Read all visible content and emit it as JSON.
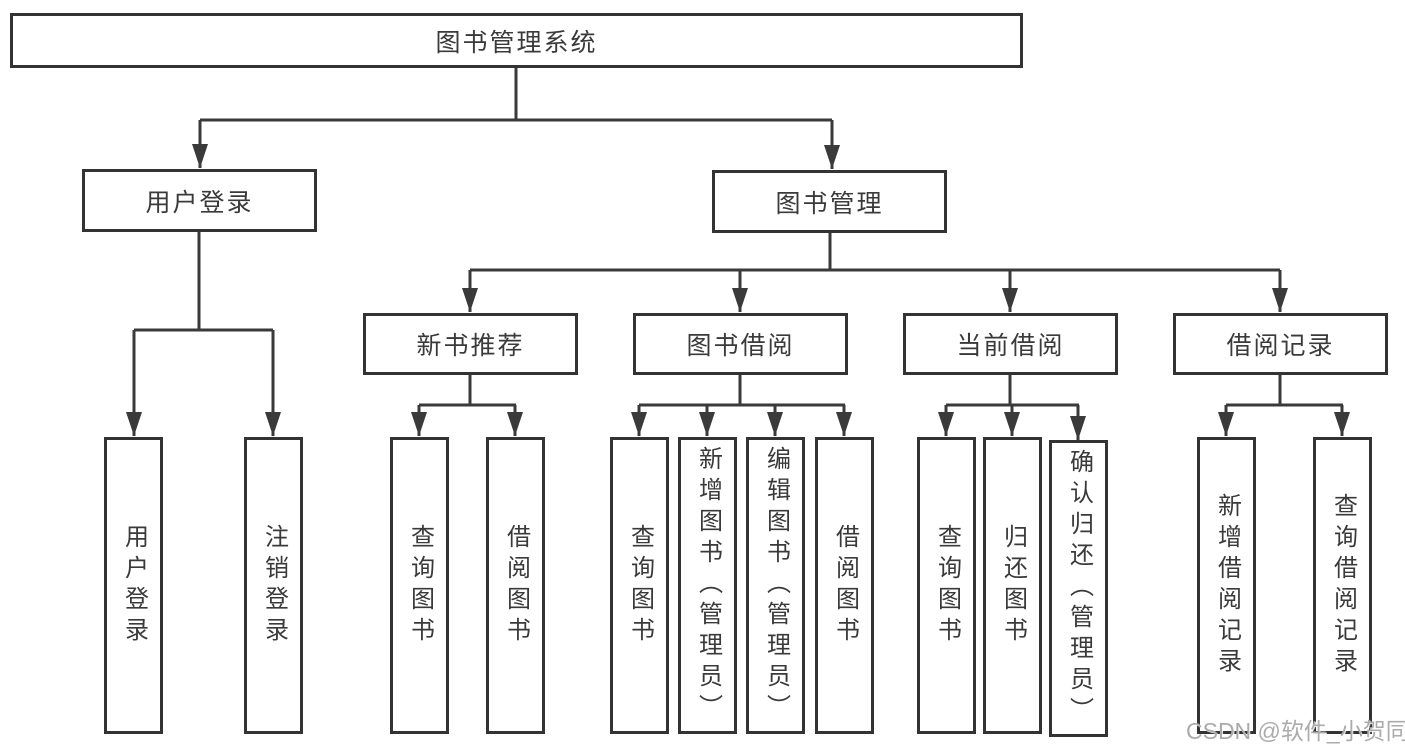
{
  "tree": {
    "root": {
      "label": "图书管理系统"
    },
    "children": [
      {
        "label": "用户登录",
        "children": [
          {
            "label": "用户登录"
          },
          {
            "label": "注销登录"
          }
        ]
      },
      {
        "label": "图书管理",
        "children": [
          {
            "label": "新书推荐",
            "children": [
              {
                "label": "查询图书"
              },
              {
                "label": "借阅图书"
              }
            ]
          },
          {
            "label": "图书借阅",
            "children": [
              {
                "label": "查询图书"
              },
              {
                "label": "新增图书（管理员）"
              },
              {
                "label": "编辑图书（管理员）"
              },
              {
                "label": "借阅图书"
              }
            ]
          },
          {
            "label": "当前借阅",
            "children": [
              {
                "label": "查询图书"
              },
              {
                "label": "归还图书"
              },
              {
                "label": "确认归还（管理员）"
              }
            ]
          },
          {
            "label": "借阅记录",
            "children": [
              {
                "label": "新增借阅记录"
              },
              {
                "label": "查询借阅记录"
              }
            ]
          }
        ]
      }
    ]
  },
  "watermark": {
    "text": "CSDN @软件_小贺同学"
  },
  "colors": {
    "line": "#3a3a3a",
    "box_border": "#333333",
    "text": "#3a3a3a",
    "background": "#ffffff",
    "watermark": "#ababab"
  }
}
